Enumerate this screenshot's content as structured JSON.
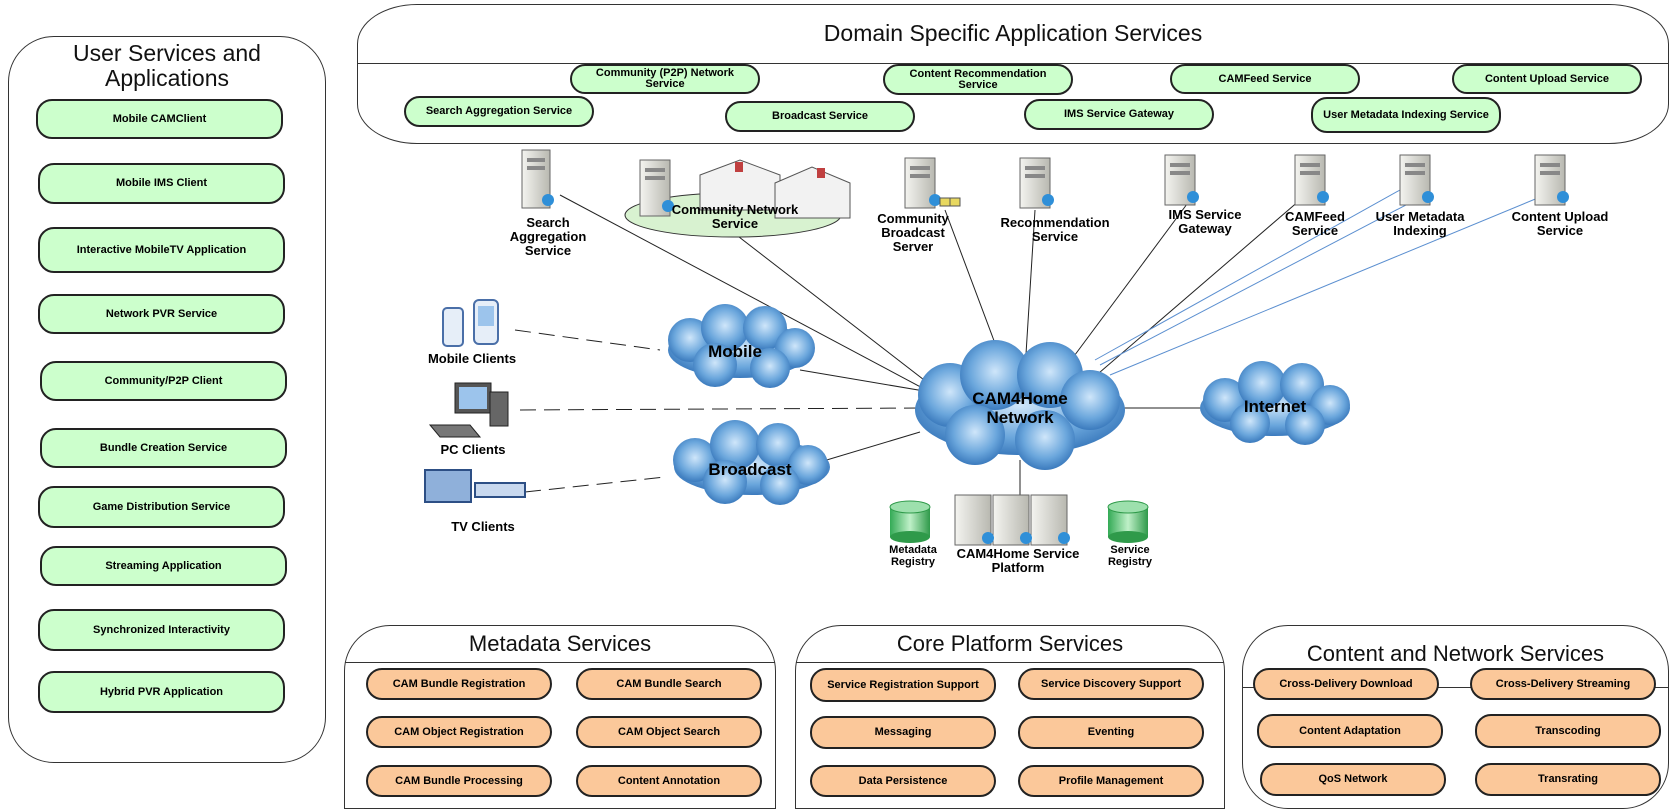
{
  "user_services": {
    "title": "User Services and Applications",
    "items": [
      "Mobile CAMClient",
      "Mobile IMS Client",
      "Interactive MobileTV Application",
      "Network PVR Service",
      "Community/P2P Client",
      "Bundle Creation Service",
      "Game Distribution Service",
      "Streaming Application",
      "Synchronized Interactivity",
      "Hybrid PVR Application"
    ]
  },
  "domain_services": {
    "title": "Domain Specific Application Services",
    "items": [
      "Community (P2P) Network Service",
      "Content Recommendation Service",
      "CAMFeed Service",
      "Content Upload Service",
      "Search Aggregation Service",
      "Broadcast Service",
      "IMS Service Gateway",
      "User Metadata Indexing Service"
    ]
  },
  "servers": [
    "Search Aggregation Service",
    "Community Network Service",
    "Community Broadcast Server",
    "Recommendation Service",
    "IMS Service Gateway",
    "CAMFeed Service",
    "User Metadata Indexing",
    "Content Upload Service"
  ],
  "clouds": {
    "mobile": "Mobile",
    "broadcast": "Broadcast",
    "cam4home": "CAM4Home Network",
    "internet": "Internet"
  },
  "clients": [
    "Mobile Clients",
    "PC Clients",
    "TV Clients"
  ],
  "platform": {
    "metadata_registry": "Metadata Registry",
    "service_platform": "CAM4Home Service Platform",
    "service_registry": "Service Registry"
  },
  "metadata_services": {
    "title": "Metadata Services",
    "items": [
      "CAM Bundle Registration",
      "CAM Bundle Search",
      "CAM Object Registration",
      "CAM Object Search",
      "CAM Bundle Processing",
      "Content Annotation"
    ]
  },
  "core_services": {
    "title": "Core Platform Services",
    "items": [
      "Service Registration Support",
      "Service Discovery Support",
      "Messaging",
      "Eventing",
      "Data Persistence",
      "Profile Management"
    ]
  },
  "content_services": {
    "title": "Content and Network Services",
    "items": [
      "Cross-Delivery Download",
      "Cross-Delivery Streaming",
      "Content Adaptation",
      "Transcoding",
      "QoS Network",
      "Transrating"
    ]
  },
  "colors": {
    "green_pill": "#ccffcc",
    "orange_pill": "#fbc89a",
    "cloud_dark": "#2f6fb5",
    "cloud_light": "#a9d0f0"
  }
}
